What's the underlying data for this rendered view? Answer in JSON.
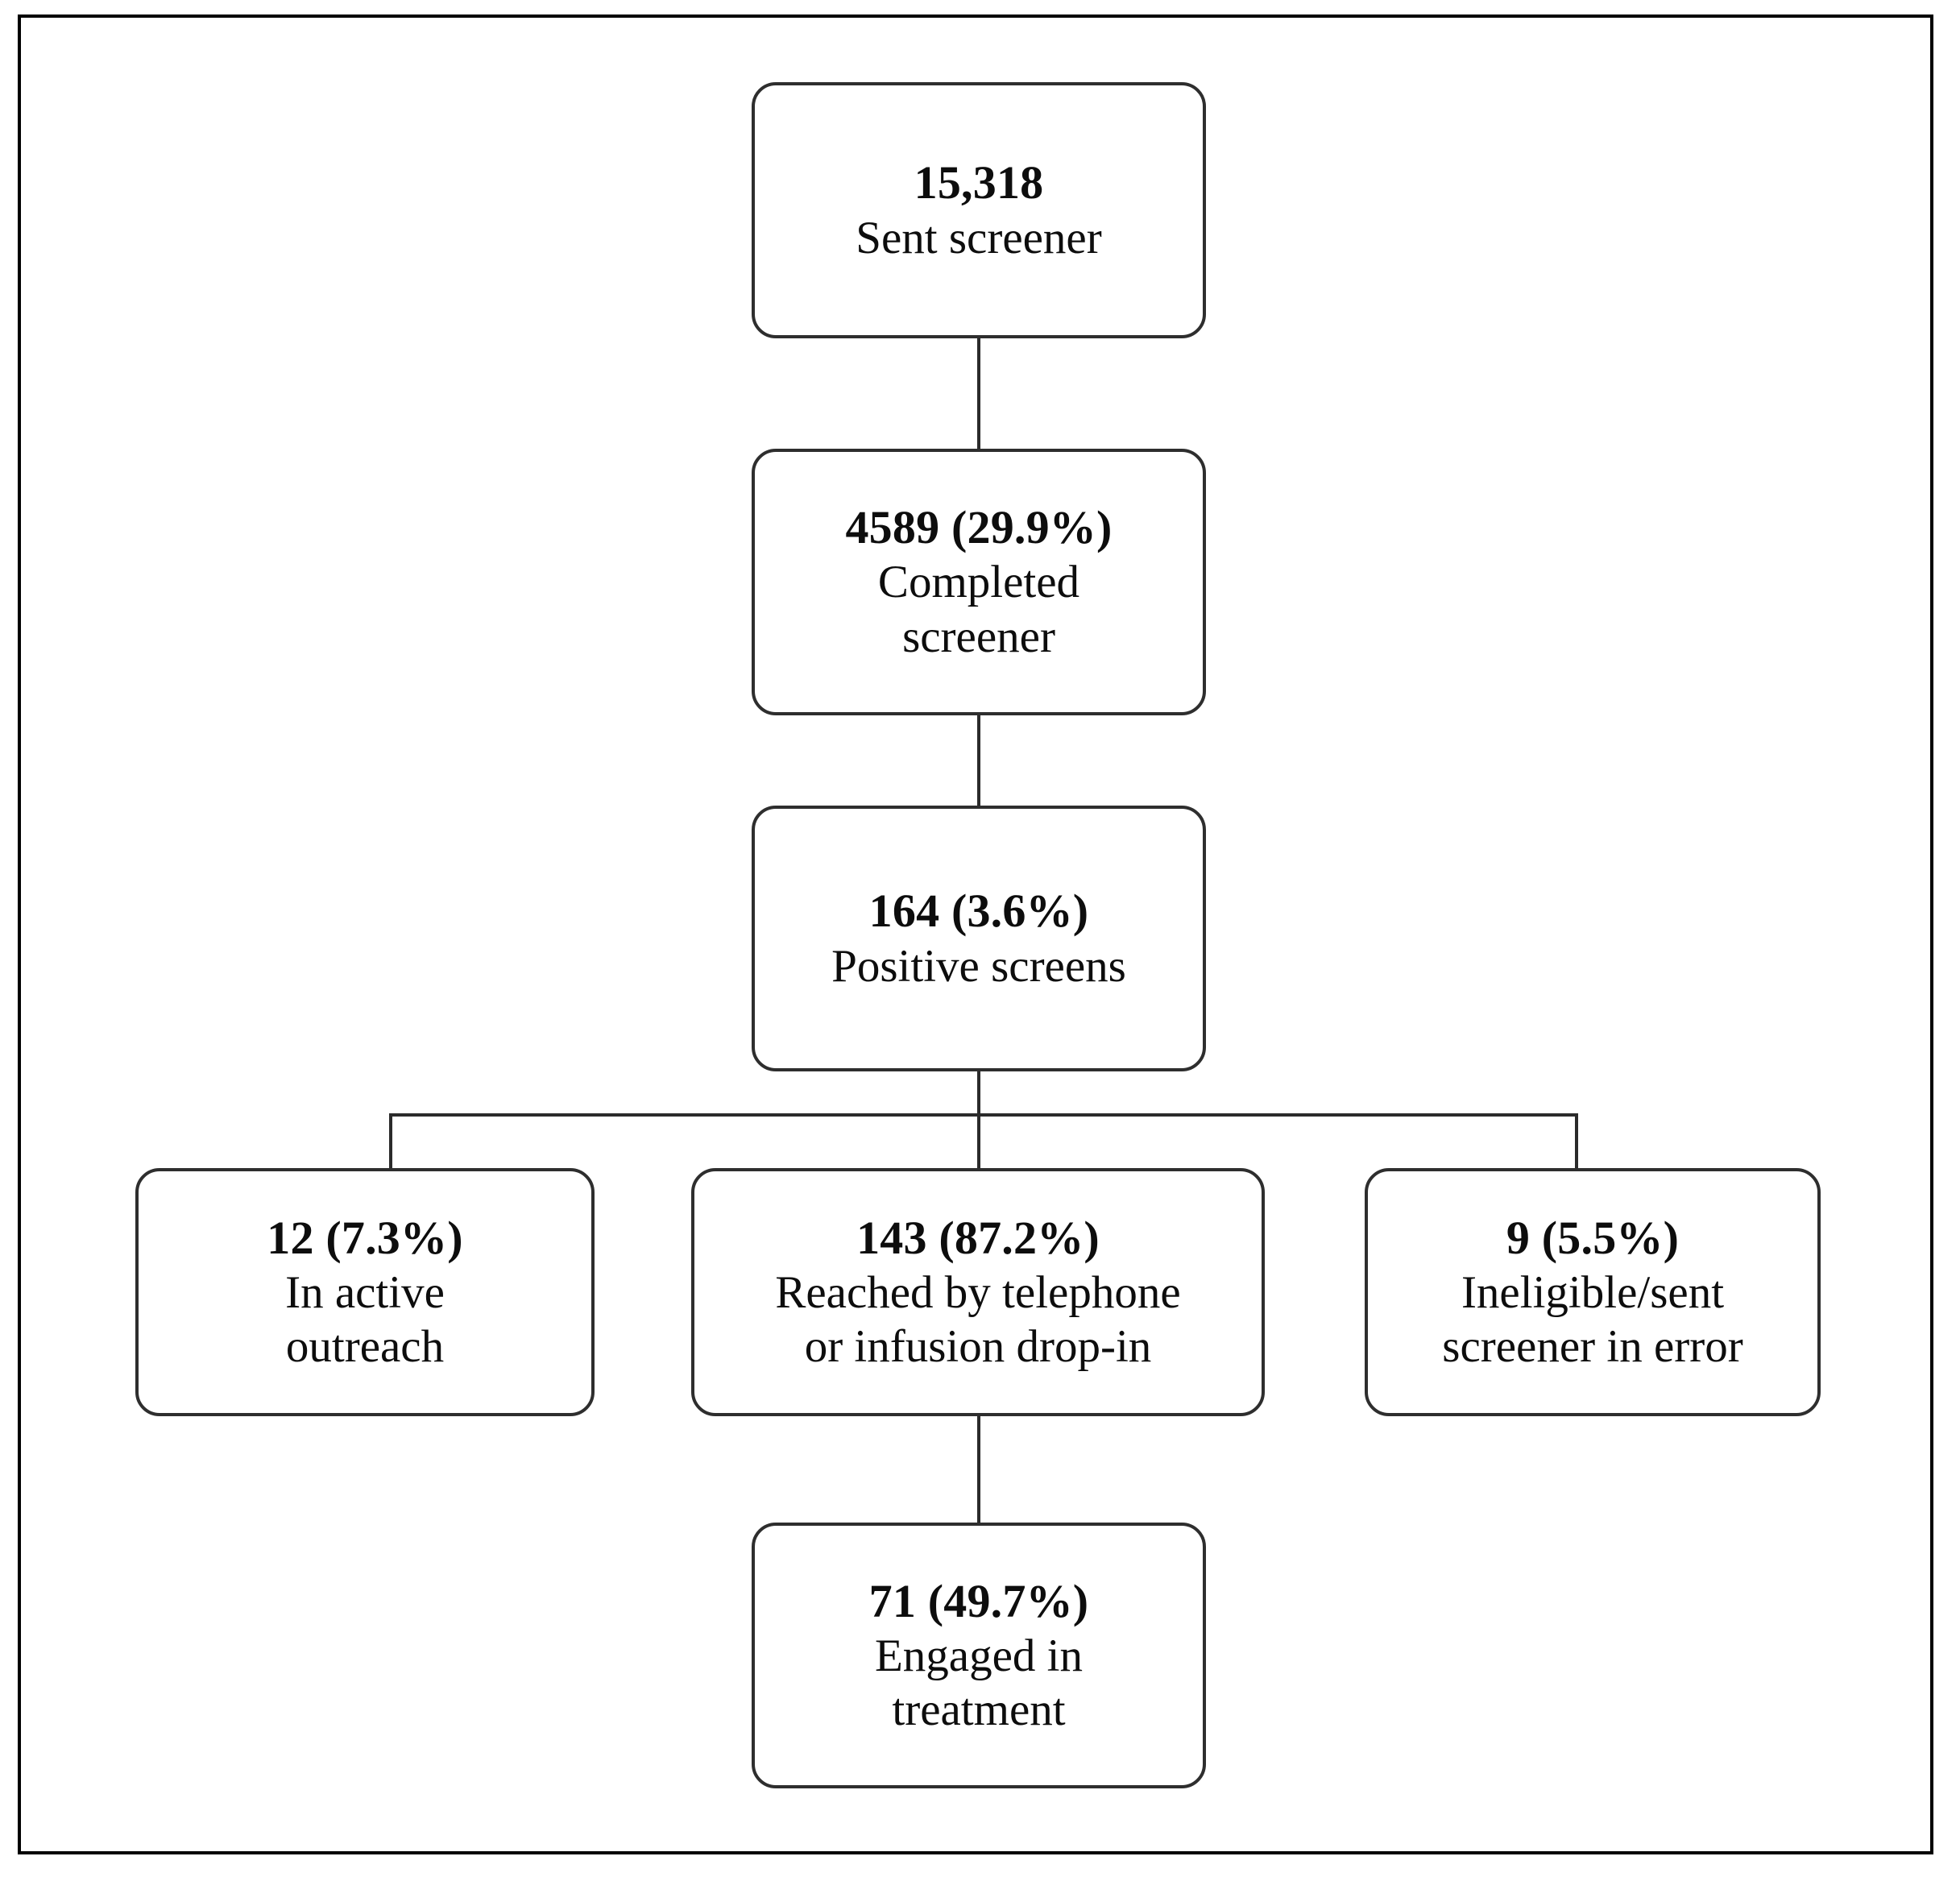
{
  "figure": {
    "type": "flowchart",
    "orientation": "top-down",
    "border_color": "#000000",
    "box_border_color": "#2e2e2e",
    "connector_color": "#2b2b2b",
    "background": "#ffffff"
  },
  "nodes": {
    "sent_screener": {
      "count": "15,318",
      "label_line1": "Sent screener"
    },
    "completed_screener": {
      "count": "4589 (29.9%)",
      "label_line1": "Completed",
      "label_line2": "screener"
    },
    "positive_screens": {
      "count": "164 (3.6%)",
      "label_line1": "Positive screens"
    },
    "active_outreach": {
      "count": "12 (7.3%)",
      "label_line1": "In active",
      "label_line2": "outreach"
    },
    "reached": {
      "count": "143 (87.2%)",
      "label_line1": "Reached by telephone",
      "label_line2": "or infusion drop-in"
    },
    "ineligible": {
      "count": "9 (5.5%)",
      "label_line1": "Ineligible/sent",
      "label_line2": "screener in error"
    },
    "engaged": {
      "count": "71 (49.7%)",
      "label_line1": "Engaged in",
      "label_line2": "treatment"
    }
  },
  "chart_data": {
    "type": "diagram",
    "title": "",
    "flow_steps": [
      {
        "id": "sent_screener",
        "n": 15318,
        "percent": null,
        "text": "Sent screener",
        "level": 0
      },
      {
        "id": "completed_screener",
        "n": 4589,
        "percent": 29.9,
        "text": "Completed screener",
        "level": 1
      },
      {
        "id": "positive_screens",
        "n": 164,
        "percent": 3.6,
        "text": "Positive screens",
        "level": 2
      },
      {
        "id": "active_outreach",
        "n": 12,
        "percent": 7.3,
        "text": "In active outreach",
        "level": 3
      },
      {
        "id": "reached",
        "n": 143,
        "percent": 87.2,
        "text": "Reached by telephone or infusion drop-in",
        "level": 3
      },
      {
        "id": "ineligible",
        "n": 9,
        "percent": 5.5,
        "text": "Ineligible/sent screener in error",
        "level": 3
      },
      {
        "id": "engaged",
        "n": 71,
        "percent": 49.7,
        "text": "Engaged in treatment",
        "level": 4
      }
    ],
    "edges": [
      {
        "from": "sent_screener",
        "to": "completed_screener"
      },
      {
        "from": "completed_screener",
        "to": "positive_screens"
      },
      {
        "from": "positive_screens",
        "to": "active_outreach"
      },
      {
        "from": "positive_screens",
        "to": "reached"
      },
      {
        "from": "positive_screens",
        "to": "ineligible"
      },
      {
        "from": "reached",
        "to": "engaged"
      }
    ]
  }
}
